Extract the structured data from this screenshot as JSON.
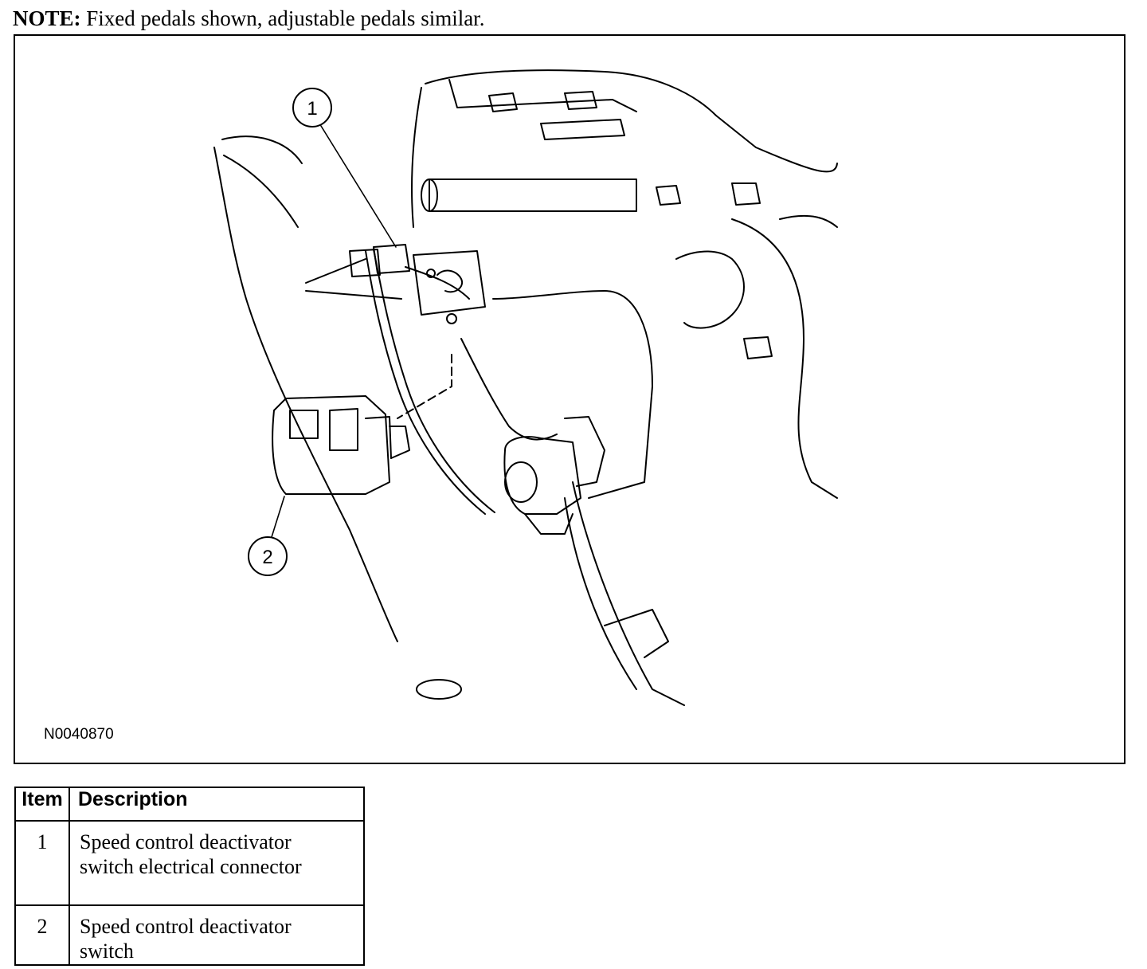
{
  "note": {
    "label": "NOTE:",
    "text": " Fixed pedals shown, adjustable pedals similar."
  },
  "figure": {
    "id": "N0040870",
    "callouts": [
      "1",
      "2"
    ]
  },
  "legend": {
    "headers": {
      "item": "Item",
      "description": "Description"
    },
    "rows": [
      {
        "item": "1",
        "description_line1": "Speed control deactivator",
        "description_line2": "switch electrical connector"
      },
      {
        "item": "2",
        "description_line1": "Speed control deactivator",
        "description_line2": "switch"
      }
    ]
  }
}
